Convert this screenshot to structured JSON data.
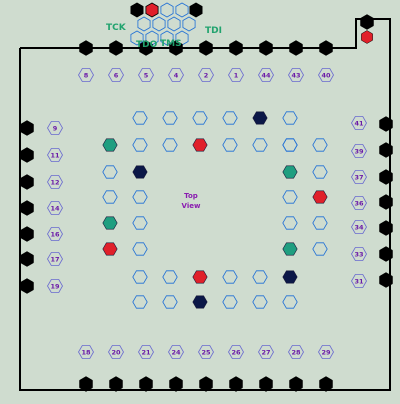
{
  "colors": {
    "background": "#cfdccf",
    "board_outline": "#000000",
    "header_pin": "#000000",
    "pad_outline": "#1f6fd6",
    "label_hex_outline": "#6a6ad0",
    "label_text": "#6b1aa8",
    "jtag_text": "#21a36e",
    "pad_red": "#e0202a",
    "pad_green": "#1f9e80",
    "pad_navy": "#0b1747",
    "center_text": "#8a1bb0"
  },
  "jtag_labels": {
    "tck": "TCK",
    "tdo": "TDO",
    "tms": "TMS",
    "tdi": "TDI"
  },
  "center_label": {
    "line1": "Top",
    "line2": "View"
  },
  "pin_labels": {
    "top": [
      "8",
      "6",
      "5",
      "4",
      "2",
      "1",
      "44",
      "43",
      "40"
    ],
    "left": [
      "9",
      "11",
      "12",
      "14",
      "16",
      "17",
      "19"
    ],
    "right": [
      "41",
      "39",
      "37",
      "36",
      "34",
      "33",
      "31"
    ],
    "bottom": [
      "18",
      "20",
      "21",
      "24",
      "25",
      "26",
      "27",
      "28",
      "29"
    ]
  }
}
